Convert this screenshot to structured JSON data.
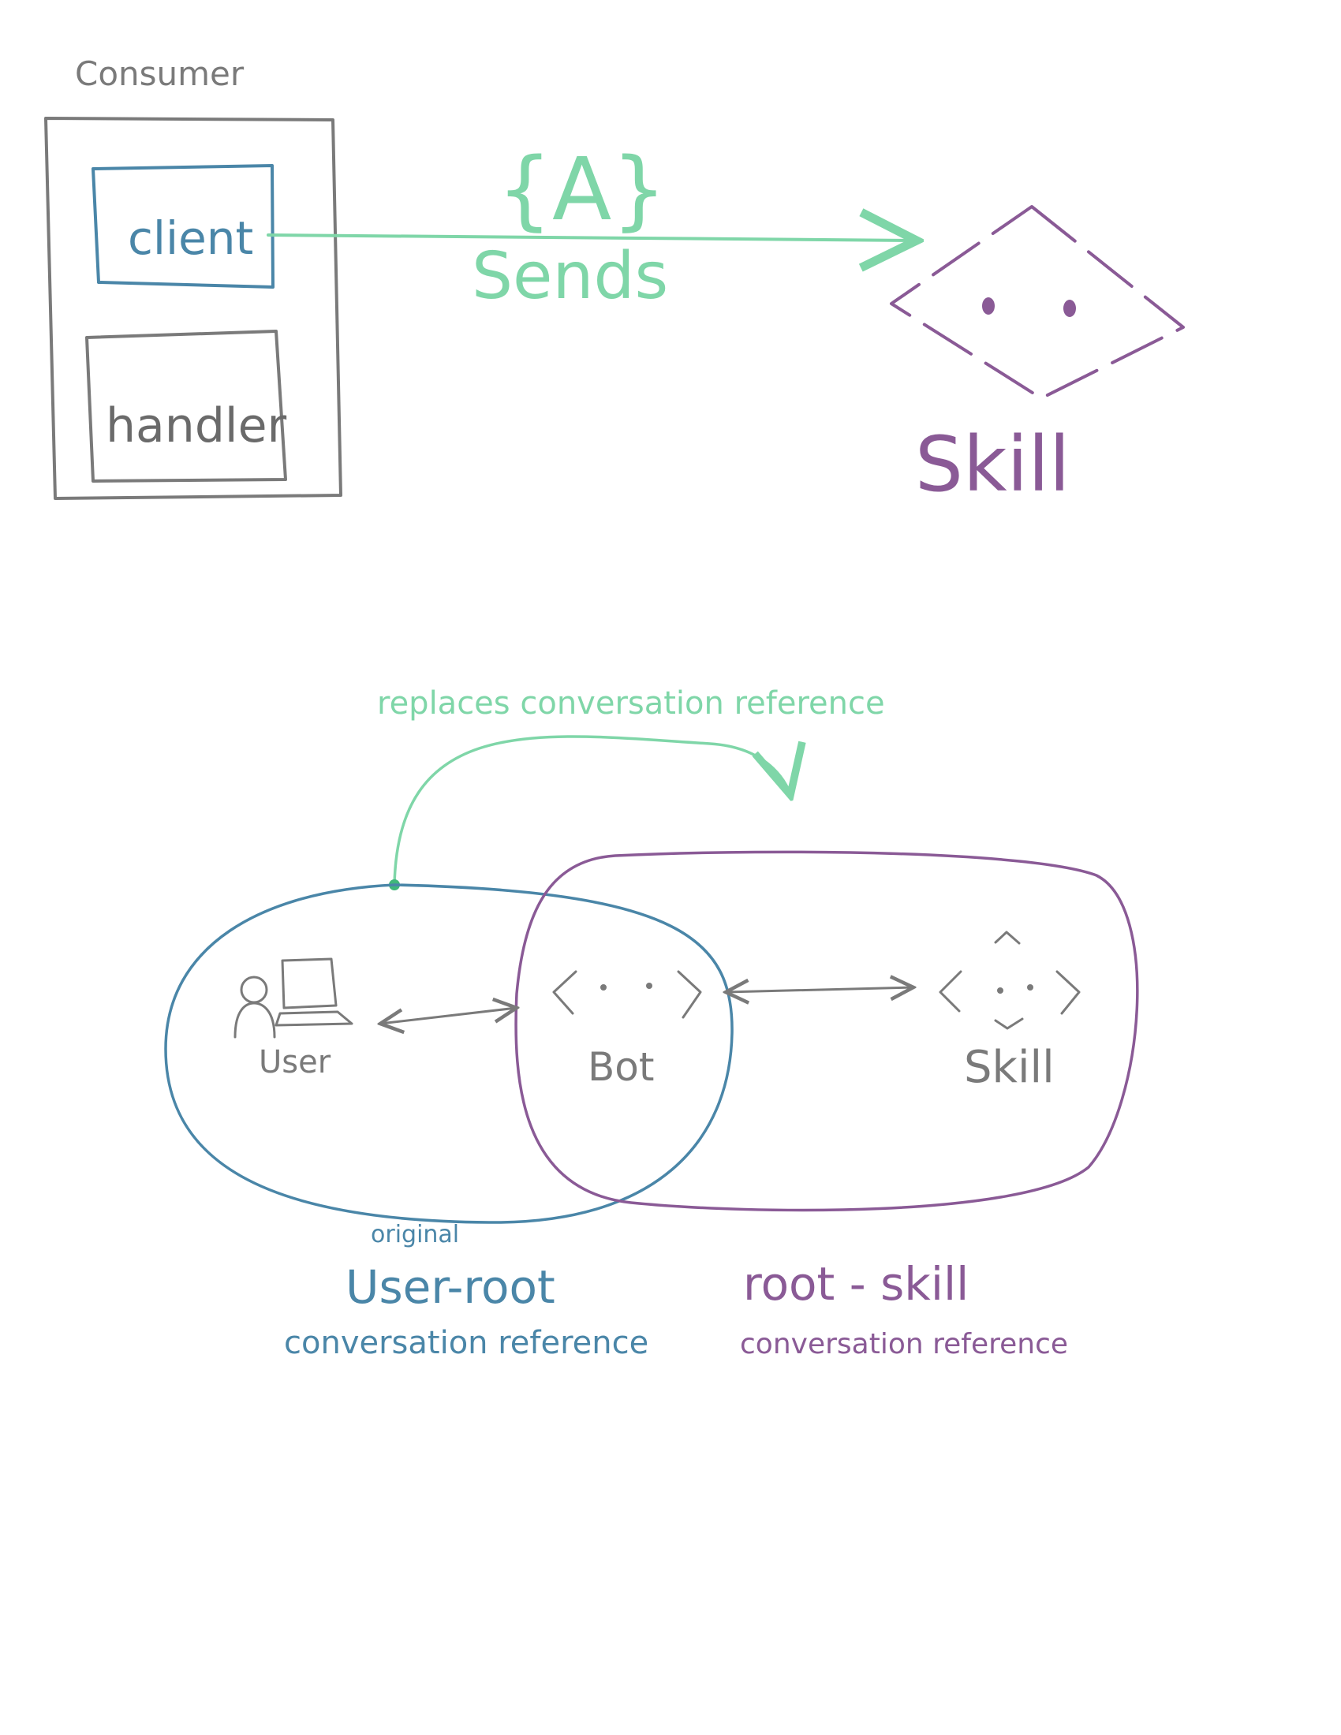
{
  "colors": {
    "gray": "#7a7a7a",
    "blue": "#4a86a8",
    "green": "#7fd6a8",
    "purple": "#8a5a96",
    "dark_gray": "#5c5c5c"
  },
  "top": {
    "consumer_label": "Consumer",
    "client_label": "client",
    "handler_label": "handler",
    "payload_label": "{A}",
    "sends_label": "Sends",
    "skill_label": "Skill",
    "icons": [
      "skill-diamond-icon",
      "arrow-right-icon"
    ]
  },
  "bottom": {
    "replaces_label": "replaces  conversation  reference",
    "user_label": "User",
    "bot_label": "Bot",
    "skill_label": "Skill",
    "original_label": "original",
    "user_root_label": "User-root",
    "user_root_sub": "conversation  reference",
    "root_skill_label": "root - skill",
    "root_skill_sub": "conversation  reference",
    "icons": [
      "user-laptop-icon",
      "bot-icon",
      "skill-icon",
      "curved-arrow-icon",
      "double-arrow-icon"
    ]
  }
}
